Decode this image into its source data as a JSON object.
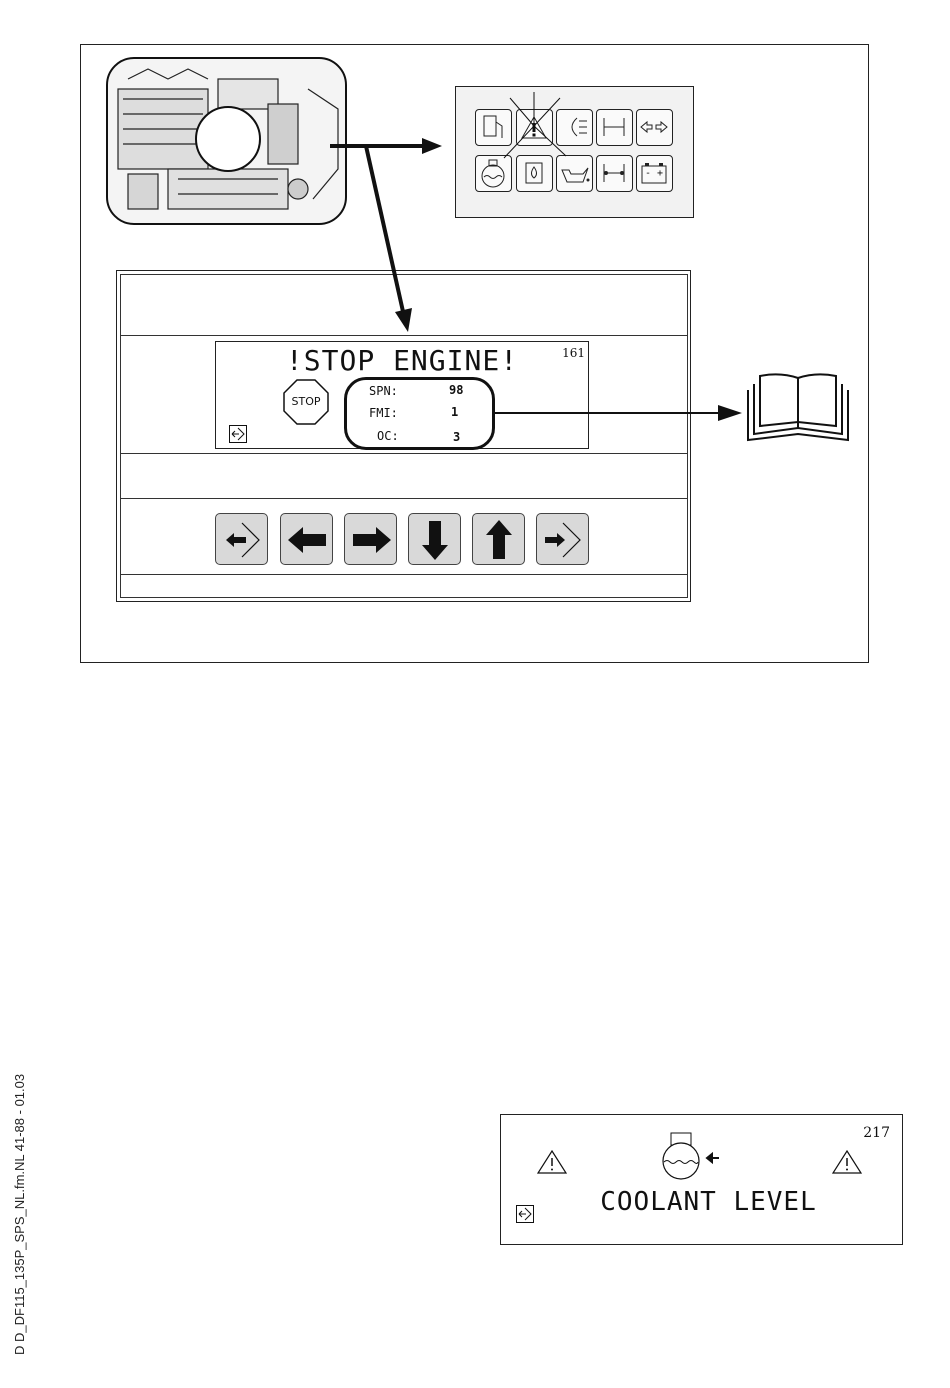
{
  "upper_figure": {
    "display_screen": {
      "title": "!STOP ENGINE!",
      "screen_number": "161",
      "stop_sign_label": "STOP",
      "fault_codes": [
        {
          "label": "SPN:",
          "value": "98"
        },
        {
          "label": "FMI:",
          "value": "1"
        },
        {
          "label": "OC:",
          "value": "3"
        }
      ]
    },
    "nav_keys": [
      {
        "icon": "enter-left-icon"
      },
      {
        "icon": "arrow-left-icon"
      },
      {
        "icon": "arrow-right-icon"
      },
      {
        "icon": "arrow-down-icon"
      },
      {
        "icon": "arrow-up-icon"
      },
      {
        "icon": "enter-right-icon"
      }
    ],
    "warning_panel_icons": [
      "fuel-filter-icon",
      "warning-triangle-icon",
      "headlight-icon",
      "axle-icon",
      "turn-signal-icon",
      "coolant-tank-icon",
      "water-in-fuel-icon",
      "oil-can-icon",
      "axle-lock-icon",
      "battery-icon"
    ],
    "battery_symbols": "- +"
  },
  "lower_figure": {
    "screen_number": "217",
    "message": "COOLANT LEVEL"
  },
  "doc_reference": "D D_DF115_135P_SPS_NL.fm.NL 41-88 - 01.03"
}
